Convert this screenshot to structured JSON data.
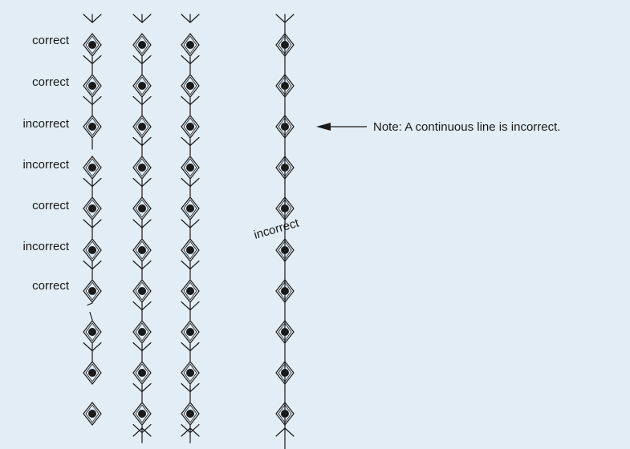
{
  "colors": {
    "background": "#e2edf6",
    "ink": "#1a1a1a"
  },
  "row_labels": [
    "correct",
    "correct",
    "incorrect",
    "incorrect",
    "correct",
    "incorrect",
    "correct"
  ],
  "column_label": "incorrect",
  "note": "Note: A continuous line is incorrect.",
  "columns": [
    {
      "description": "labeled column",
      "markers": 10,
      "top_fork": true,
      "bottom_fork": false,
      "segments": [
        "correct",
        "correct",
        "broken-short",
        "correct",
        "correct",
        "correct",
        "broken-offset",
        "correct",
        "none",
        "none"
      ]
    },
    {
      "description": "unlabeled column 2",
      "markers": 10,
      "top_fork": true,
      "bottom_fork": true,
      "segments": [
        "correct",
        "correct",
        "correct",
        "correct",
        "correct",
        "correct",
        "correct",
        "correct",
        "correct",
        "correct"
      ]
    },
    {
      "description": "unlabeled column 3",
      "markers": 10,
      "top_fork": true,
      "bottom_fork": true,
      "segments": [
        "correct",
        "correct",
        "correct",
        "correct",
        "correct",
        "correct",
        "correct",
        "correct",
        "correct",
        "correct"
      ]
    },
    {
      "description": "continuous-line column",
      "markers": 10,
      "top_fork": true,
      "bottom_fork": true,
      "segments": [
        "continuous",
        "continuous",
        "continuous",
        "continuous",
        "continuous",
        "continuous",
        "continuous",
        "continuous",
        "continuous",
        "continuous"
      ]
    }
  ]
}
